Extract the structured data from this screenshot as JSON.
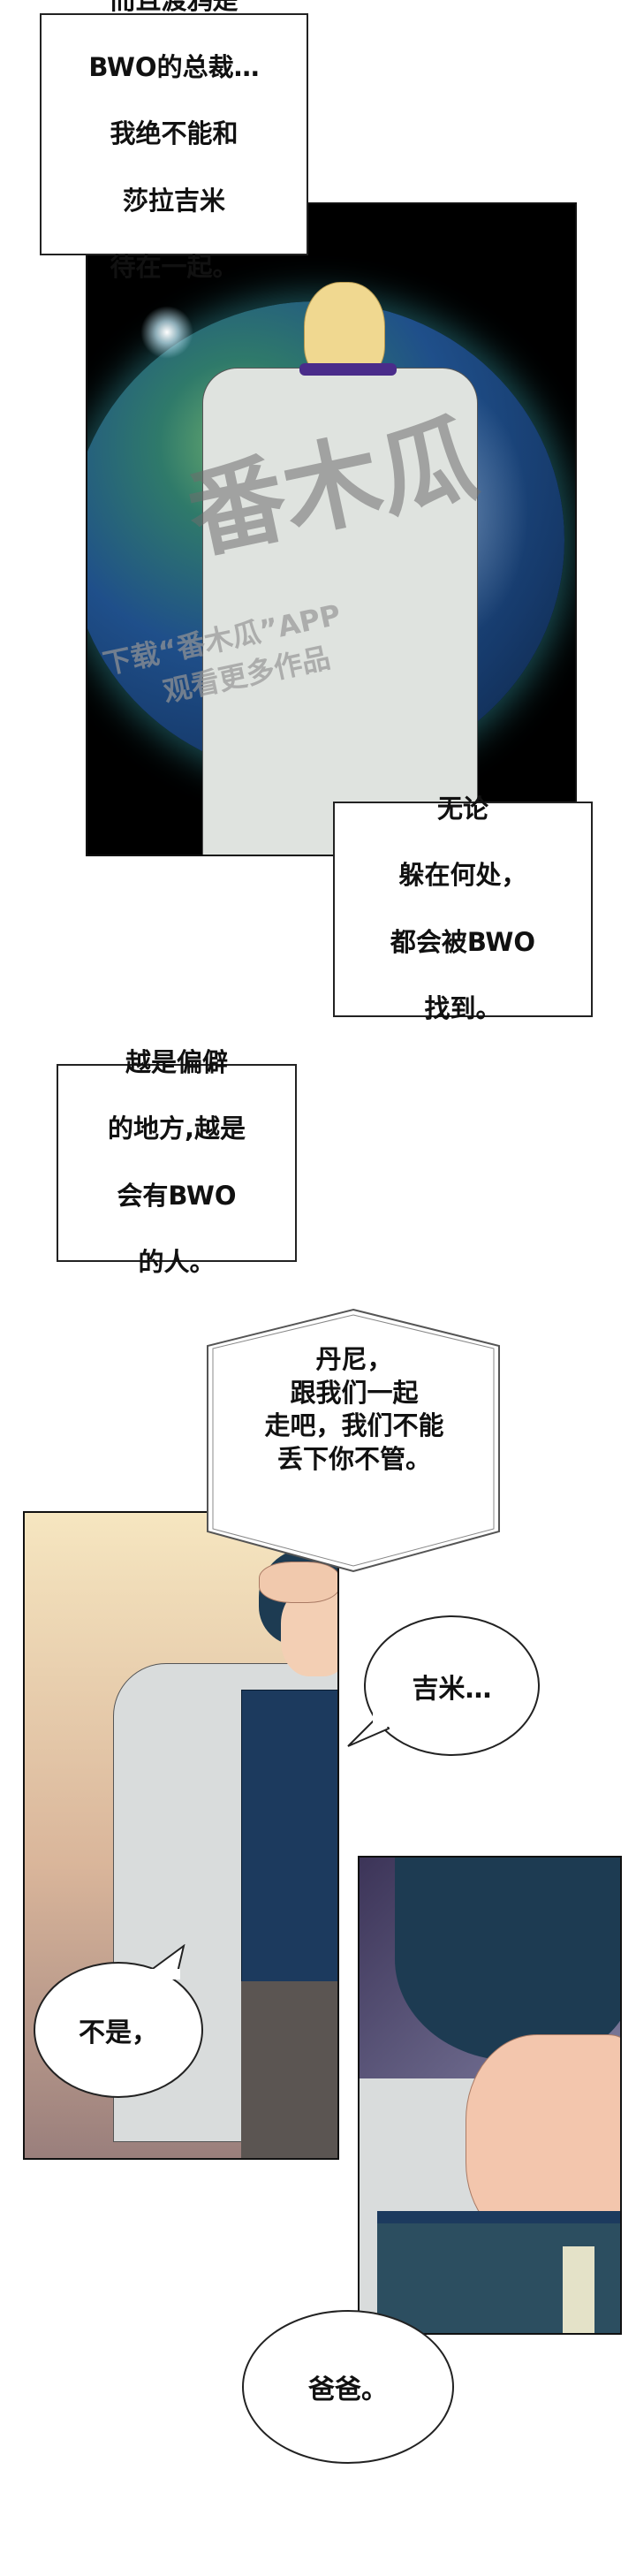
{
  "captions": {
    "intro": [
      "而且渡鸦是",
      "BWO的总裁…",
      "我绝不能和",
      "莎拉吉米",
      "待在一起。"
    ],
    "anywhere": [
      "无论",
      "躲在何处，",
      "都会被BWO",
      "找到。"
    ],
    "remote": [
      "越是偏僻",
      "的地方,越是",
      "会有BWO",
      "的人。"
    ]
  },
  "hexagon_caption": [
    "丹尼，",
    "跟我们一起",
    "走吧，我们不能",
    "丢下你不管。"
  ],
  "bubbles": {
    "jimi": "吉米…",
    "no": "不是，",
    "dad": "爸爸。"
  },
  "watermark": {
    "logo": "番木瓜",
    "line1": "下载“番木瓜”APP",
    "line2": "观看更多作品"
  },
  "colors": {
    "space": "#000000",
    "earth_ocean": "#1f4f8a",
    "coat": "#dfe3df",
    "hair_blond": "#f0d890",
    "hair_dark": "#1d3b52",
    "sweater": "#1c3a5e",
    "warm_bg_top": "#f6e6c0",
    "warm_bg_bottom": "#9a7f7c"
  }
}
